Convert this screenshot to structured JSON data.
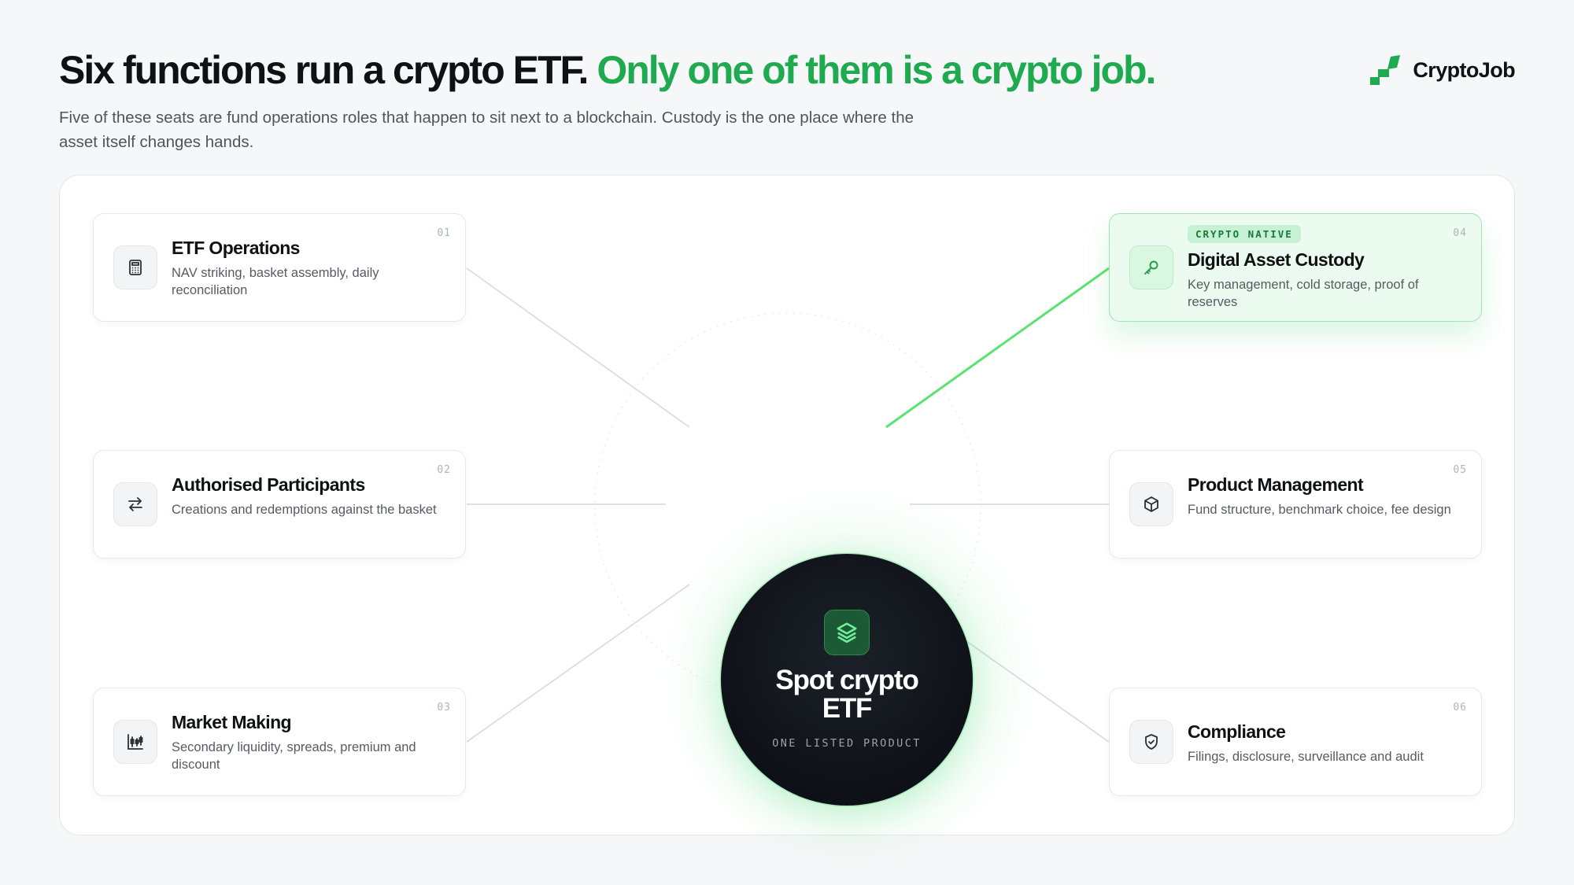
{
  "header": {
    "headline_main": "Six functions run a crypto ETF.",
    "headline_accent": "Only one of them is a crypto job.",
    "subtitle": "Five of these seats are fund operations roles that happen to sit next to a blockchain. Custody is the one place where the asset itself changes hands."
  },
  "brand": {
    "name": "CryptoJob",
    "icon": "cryptojob-logo",
    "color": "#1faa4f"
  },
  "hub": {
    "title": "Spot crypto ETF",
    "subtitle": "ONE LISTED PRODUCT",
    "icon": "layers-icon"
  },
  "colors": {
    "accent": "#1faa4f",
    "hub_background": "#0d1016",
    "featured_card": "#ecfbef",
    "connector_highlight": "#5ce26f",
    "connector": "#dadde1"
  },
  "functions": [
    {
      "number": "01",
      "title": "ETF Operations",
      "description": "NAV striking, basket assembly, daily reconciliation",
      "icon": "calculator-icon",
      "tag": "",
      "featured": false
    },
    {
      "number": "02",
      "title": "Authorised Participants",
      "description": "Creations and redemptions against the basket",
      "icon": "swap-arrows-icon",
      "tag": "",
      "featured": false
    },
    {
      "number": "03",
      "title": "Market Making",
      "description": "Secondary liquidity, spreads, premium and discount",
      "icon": "candlestick-icon",
      "tag": "",
      "featured": false
    },
    {
      "number": "04",
      "title": "Digital Asset Custody",
      "description": "Key management, cold storage, proof of reserves",
      "icon": "key-icon",
      "tag": "CRYPTO NATIVE",
      "featured": true
    },
    {
      "number": "05",
      "title": "Product Management",
      "description": "Fund structure, benchmark choice, fee design",
      "icon": "box-icon",
      "tag": "",
      "featured": false
    },
    {
      "number": "06",
      "title": "Compliance",
      "description": "Filings, disclosure, surveillance and audit",
      "icon": "shield-check-icon",
      "tag": "",
      "featured": false
    }
  ]
}
